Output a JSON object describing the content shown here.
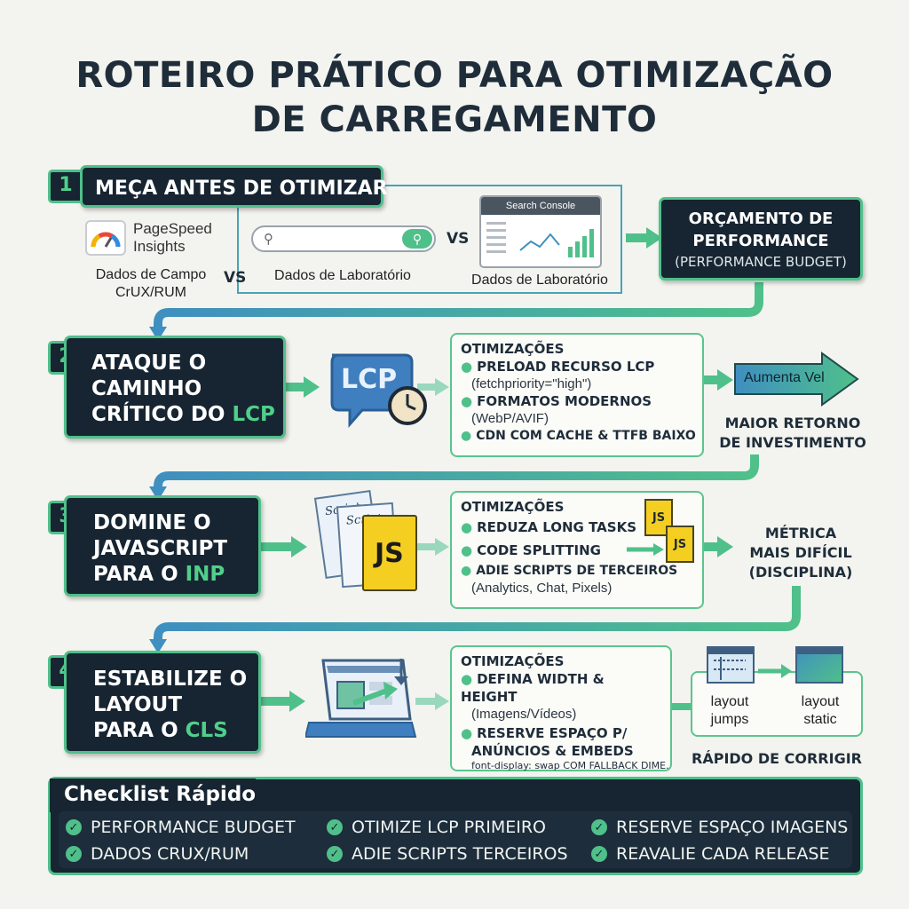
{
  "title": {
    "line1": "ROTEIRO PRÁTICO PARA OTIMIZAÇÃO",
    "line2": "DE CARREGAMENTO"
  },
  "colors": {
    "dark": "#172532",
    "green": "#4fc08a",
    "background": "#f3f4ef"
  },
  "step1": {
    "number": "1",
    "title": "MEÇA ANTES DE OTIMIZAR",
    "pagespeed_line1": "PageSpeed",
    "pagespeed_line2": "Insights",
    "field_data_line1": "Dados de Campo",
    "field_data_line2": "CrUX/RUM",
    "vs1": "VS",
    "vs2": "VS",
    "lab_data_1": "Dados de Laboratório",
    "search_console": "Search Console",
    "lab_data_2": "Dados de Laboratório",
    "budget_line1": "ORÇAMENTO DE",
    "budget_line2": "PERFORMANCE",
    "budget_line3": "(PERFORMANCE BUDGET)"
  },
  "step2": {
    "number": "2",
    "title_line1": "ATAQUE O",
    "title_line2": "CAMINHO",
    "title_line3_prefix": "CRÍTICO DO ",
    "title_accent": "LCP",
    "icon_label": "LCP",
    "opt_heading": "OTIMIZAÇÕES",
    "opt1": "PRELOAD RECURSO LCP",
    "opt1_sub": "(fetchpriority=\"high\")",
    "opt2": "FORMATOS MODERNOS",
    "opt2_sub": "(WebP/AVIF)",
    "opt3": "CDN COM CACHE & TTFB BAIXO",
    "arrow_label": "Aumenta Vel",
    "result_line1": "MAIOR RETORNO",
    "result_line2": "DE INVESTIMENTO"
  },
  "step3": {
    "number": "3",
    "title_line1": "DOMINE O",
    "title_line2": "JAVASCRIPT",
    "title_line3_prefix": "PARA O ",
    "title_accent": "INP",
    "script1": "Script",
    "script2": "Script",
    "js": "JS",
    "opt_heading": "OTIMIZAÇÕES",
    "opt1": "REDUZA LONG TASKS",
    "opt2": "CODE SPLITTING",
    "opt3": "ADIE SCRIPTS DE TERCEIROS",
    "opt3_sub": "(Analytics, Chat, Pixels)",
    "js_small_1": "JS",
    "js_small_2": "JS",
    "result_line1": "MÉTRICA",
    "result_line2": "MAIS DIFÍCIL",
    "result_line3": "(DISCIPLINA)"
  },
  "step4": {
    "number": "4",
    "title_line1": "ESTABILIZE O",
    "title_line2": "LAYOUT",
    "title_line3_prefix": "PARA O ",
    "title_accent": "CLS",
    "opt_heading": "OTIMIZAÇÕES",
    "opt1": "DEFINA WIDTH & HEIGHT",
    "opt1_sub": "(Imagens/Vídeos)",
    "opt2_line1": "RESERVE ESPAÇO P/",
    "opt2_line2": "ANÚNCIOS & EMBEDS",
    "opt3": "font-display: swap COM FALLBACK DIME.",
    "jumps_line1": "layout",
    "jumps_line2": "jumps",
    "static_line1": "layout",
    "static_line2": "static",
    "result": "RÁPIDO DE CORRIGIR"
  },
  "checklist": {
    "title": "Checklist Rápido",
    "items": [
      "PERFORMANCE BUDGET",
      "OTIMIZE LCP PRIMEIRO",
      "RESERVE ESPAÇO IMAGENS",
      "DADOS CRUX/RUM",
      "ADIE SCRIPTS TERCEIROS",
      "REAVALIE CADA RELEASE"
    ]
  }
}
